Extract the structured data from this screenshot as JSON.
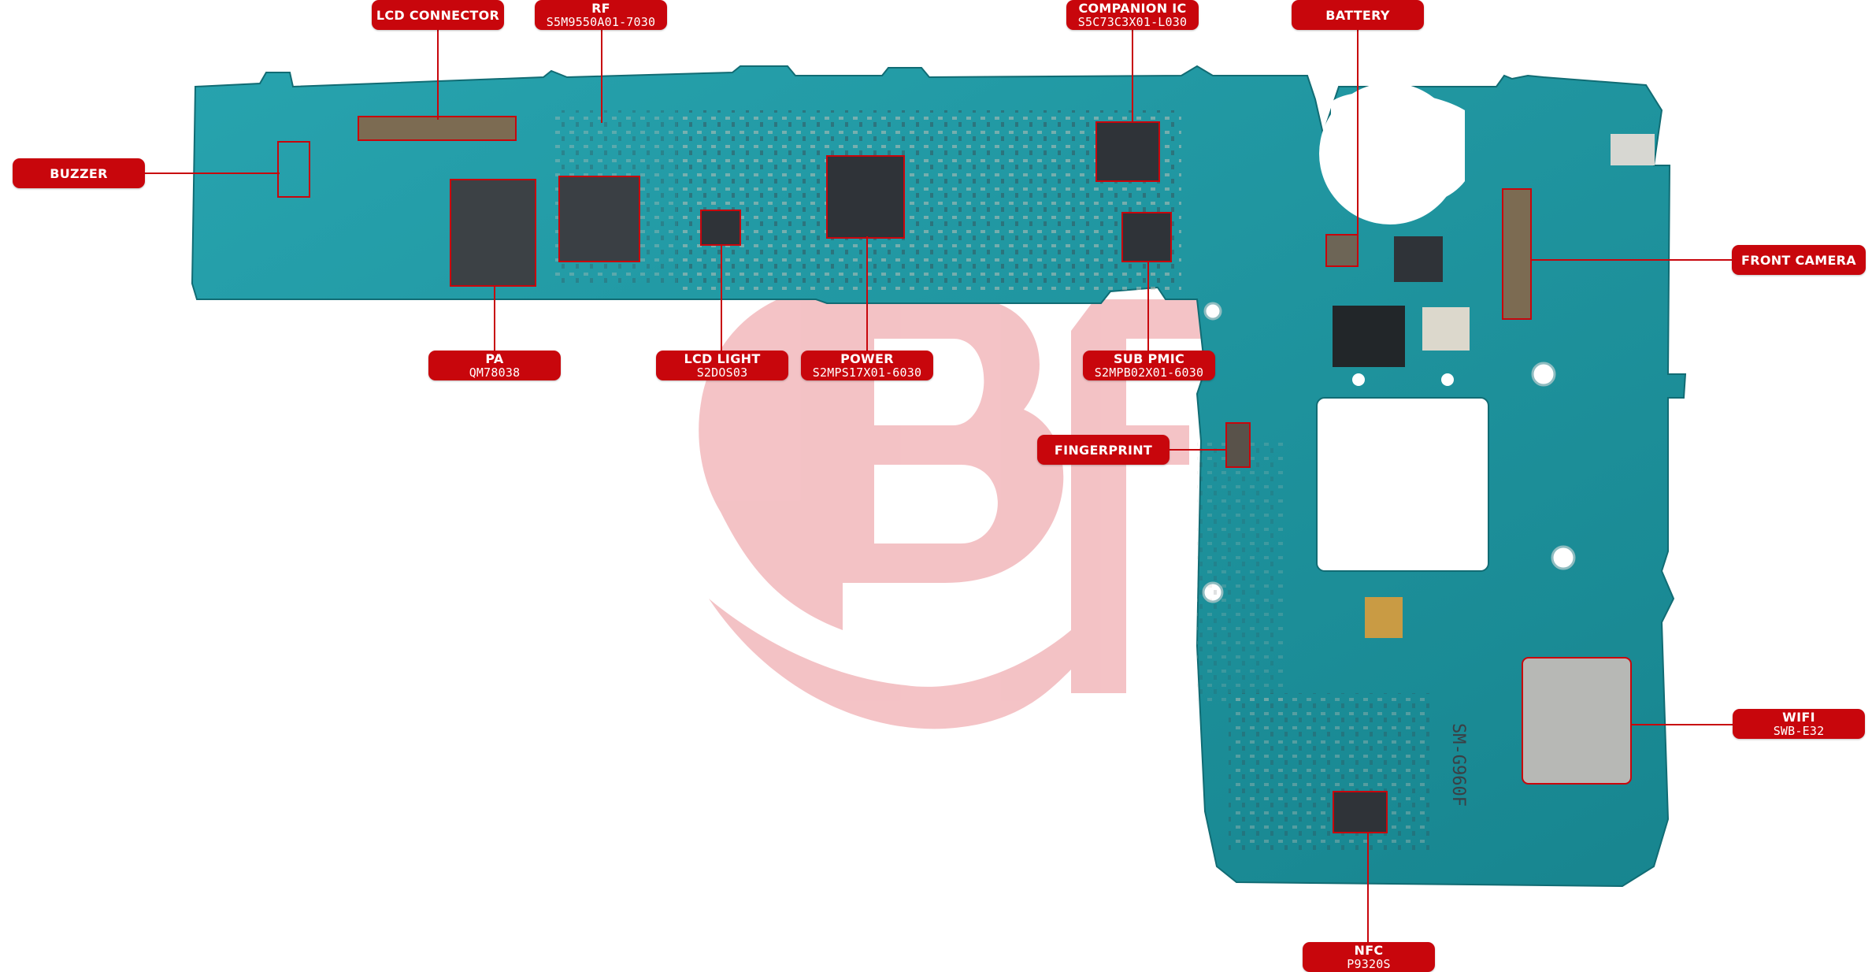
{
  "diagram": {
    "components": [
      {
        "id": "lcd-connector",
        "title": "LCD CONNECTOR",
        "subtitle": ""
      },
      {
        "id": "rf",
        "title": "RF",
        "subtitle": "S5M9550A01-7030"
      },
      {
        "id": "companion-ic",
        "title": "COMPANION IC",
        "subtitle": "S5C73C3X01-L030"
      },
      {
        "id": "battery",
        "title": "BATTERY",
        "subtitle": ""
      },
      {
        "id": "buzzer",
        "title": "BUZZER",
        "subtitle": ""
      },
      {
        "id": "front-camera",
        "title": "FRONT CAMERA",
        "subtitle": ""
      },
      {
        "id": "pa",
        "title": "PA",
        "subtitle": "QM78038"
      },
      {
        "id": "lcd-light",
        "title": "LCD LIGHT",
        "subtitle": "S2DOS03"
      },
      {
        "id": "power",
        "title": "POWER",
        "subtitle": "S2MPS17X01-6030"
      },
      {
        "id": "sub-pmic",
        "title": "SUB PMIC",
        "subtitle": "S2MPB02X01-6030"
      },
      {
        "id": "fingerprint",
        "title": "FINGERPRINT",
        "subtitle": ""
      },
      {
        "id": "wifi",
        "title": "WIFI",
        "subtitle": "SWB-E32"
      },
      {
        "id": "nfc",
        "title": "NFC",
        "subtitle": "P9320S"
      }
    ],
    "board_marking": "SM-G960F",
    "accent_color": "#c8060c",
    "board_color": "#1f9aa6",
    "watermark_color": "#f2b8bc"
  }
}
